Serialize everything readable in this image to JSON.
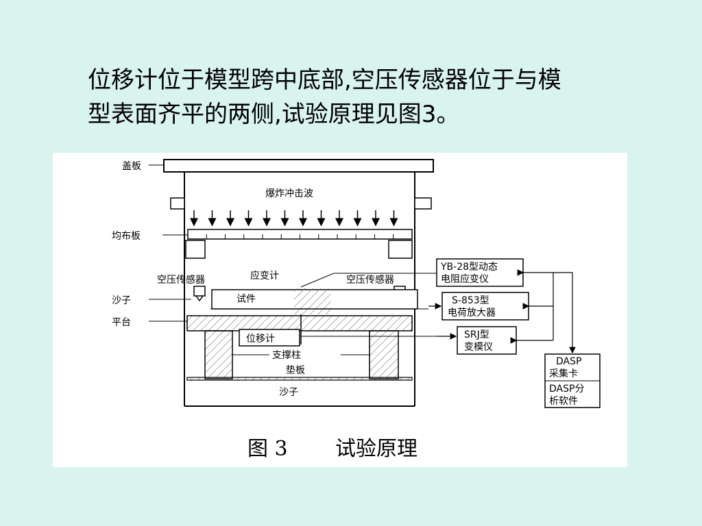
{
  "slide": {
    "text_line1": "位移计位于模型跨中底部,空压传感器位于与模",
    "text_line2": "型表面齐平的两侧,试验原理见图3。"
  },
  "diagram": {
    "labels": {
      "top_plate": "盖板",
      "blast_wave": "爆炸冲击波",
      "uniform_plate": "均布板",
      "air_sensor_left": "空压传感器",
      "strain_gauge": "应变计",
      "air_sensor_right": "空压传感器",
      "sand_top": "沙子",
      "specimen": "试件",
      "platform": "平台",
      "displacement_meter": "位移计",
      "support_column": "支撑柱",
      "pad_plate": "垫板",
      "sand_bottom": "沙子"
    },
    "instruments": {
      "strain_amp_l1": "YB-28型动态",
      "strain_amp_l2": "电阻应变仪",
      "charge_amp_l1": "S-853型",
      "charge_amp_l2": "电荷放大器",
      "converter_l1": "SRJ型",
      "converter_l2": "变模仪",
      "daq_l1": "DASP",
      "daq_l2": "采集卡",
      "daq_l3": "DASP分",
      "daq_l4": "析软件"
    },
    "caption_number": "图 3",
    "caption_title": "试验原理"
  }
}
